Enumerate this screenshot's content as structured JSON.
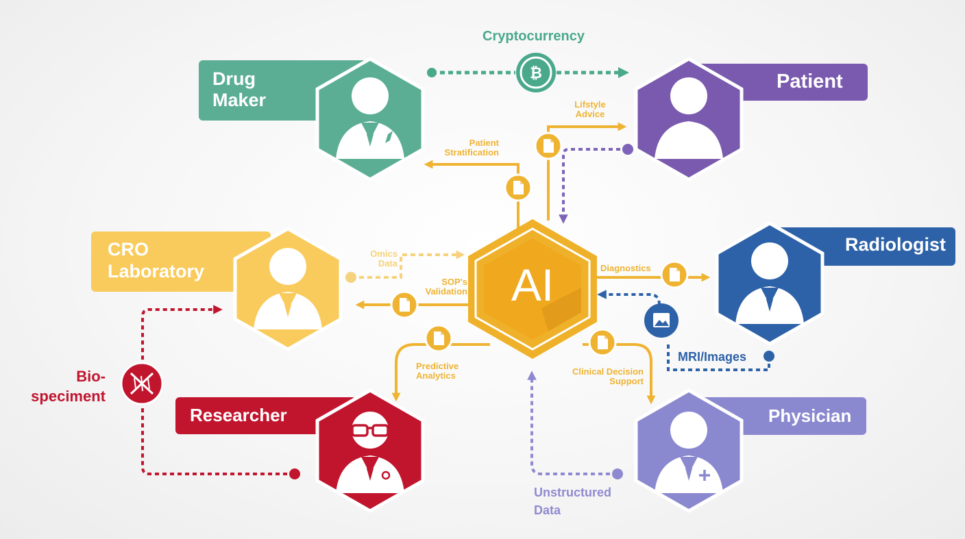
{
  "center": {
    "label": "AI"
  },
  "actors": {
    "drug_maker": {
      "lines": [
        "Drug",
        "Maker"
      ],
      "color": "#5bae94"
    },
    "patient": {
      "label": "Patient",
      "color": "#7a5aae"
    },
    "cro_laboratory": {
      "lines": [
        "CRO",
        "Laboratory"
      ],
      "color": "#f9cb5c"
    },
    "radiologist": {
      "label": "Radiologist",
      "color": "#2d62a8"
    },
    "researcher": {
      "label": "Researcher",
      "color": "#c1152e"
    },
    "physician": {
      "label": "Physician",
      "color": "#8a88cf"
    }
  },
  "flows": {
    "cryptocurrency": "Cryptocurrency",
    "lifestyle_advice": [
      "Lifstyle",
      "Advice"
    ],
    "patient_stratification": [
      "Patient",
      "Stratification"
    ],
    "omics_data": [
      "Omics",
      "Data"
    ],
    "sops_validation": [
      "SOP's",
      "Validation"
    ],
    "diagnostics": "Diagnostics",
    "mri_images": "MRI/Images",
    "predictive_analytics": [
      "Predictive",
      "Analytics"
    ],
    "clinical_decision_support": [
      "Clinical Decision",
      "Support"
    ],
    "unstructured_data": [
      "Unstructured",
      "Data"
    ],
    "biospeciment": [
      "Bio-",
      "speciment"
    ]
  },
  "colors": {
    "flow_yellow": "#efb332",
    "ai_gold": "#efb129",
    "bitcoin_green": "#4aa88b",
    "background": "#f4f4f4"
  }
}
